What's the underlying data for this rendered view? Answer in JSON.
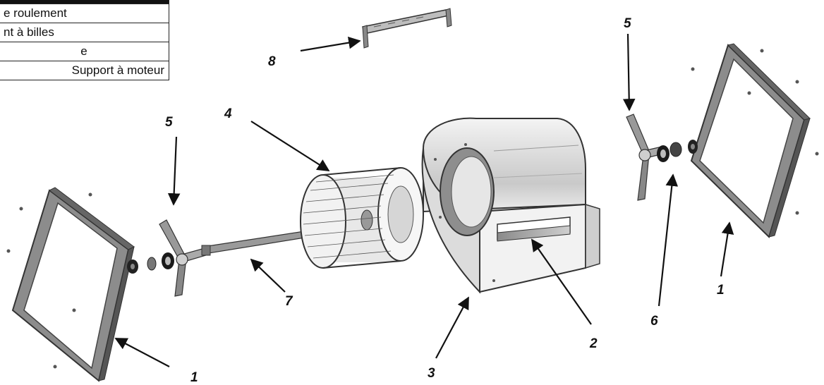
{
  "legend": {
    "rows": [
      "e roulement",
      "nt à billes",
      "e",
      "Support à moteur"
    ]
  },
  "callouts": {
    "c1a": "1",
    "c1b": "1",
    "c2": "2",
    "c3": "3",
    "c4": "4",
    "c5a": "5",
    "c5b": "5",
    "c6": "6",
    "c7": "7",
    "c8": "8"
  }
}
